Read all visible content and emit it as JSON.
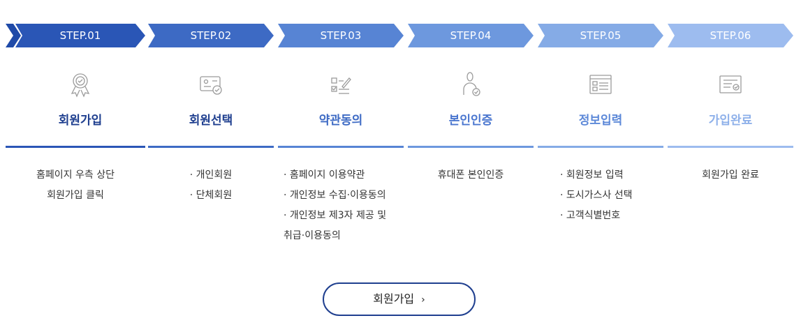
{
  "steps": [
    {
      "step": "STEP.01",
      "title": "회원가입",
      "color": "#2a56b6",
      "title_color": "#1f3f8f",
      "icon": "award-ribbon-icon",
      "desc": [
        "홈페이지 우측 상단",
        "회원가입 클릭"
      ],
      "align": "center"
    },
    {
      "step": "STEP.02",
      "title": "회원선택",
      "color": "#3d6ac4",
      "title_color": "#1f3f8f",
      "icon": "member-card-check-icon",
      "desc": [
        "· 개인회원",
        "· 단체회원"
      ],
      "align": "center"
    },
    {
      "step": "STEP.03",
      "title": "약관동의",
      "color": "#5784d4",
      "title_color": "#3d6ac4",
      "icon": "checklist-pen-icon",
      "desc": [
        "· 홈페이지 이용약관",
        "· 개인정보 수집·이용동의",
        "· 개인정보 제3자 제공 및",
        "취급·이용동의"
      ],
      "align": "left"
    },
    {
      "step": "STEP.04",
      "title": "본인인증",
      "color": "#6d98de",
      "title_color": "#4a76cf",
      "icon": "user-verify-icon",
      "desc": [
        "휴대폰 본인인증"
      ],
      "align": "center"
    },
    {
      "step": "STEP.05",
      "title": "정보입력",
      "color": "#85abe6",
      "title_color": "#5c88d8",
      "icon": "form-window-icon",
      "desc": [
        "· 회원정보 입력",
        "· 도시가스사 선택",
        "· 고객식별번호"
      ],
      "align": "left"
    },
    {
      "step": "STEP.06",
      "title": "가입완료",
      "color": "#9dbcef",
      "title_color": "#8fb1ea",
      "icon": "certificate-check-icon",
      "desc": [
        "회원가입 완료"
      ],
      "align": "center"
    }
  ],
  "cta": {
    "label": "회원가입",
    "chevron": "›"
  }
}
